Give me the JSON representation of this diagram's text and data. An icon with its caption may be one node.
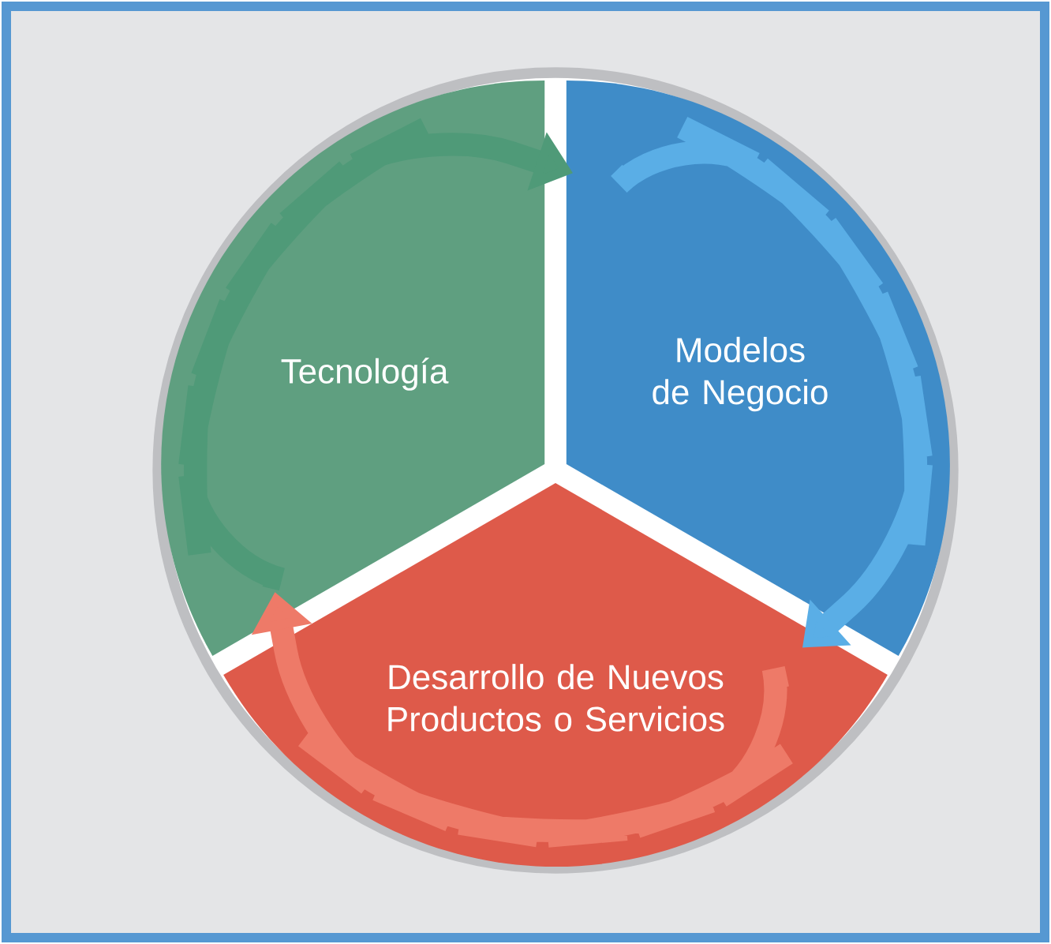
{
  "diagram": {
    "nodes": [
      {
        "text": [
          "Tecnología"
        ]
      },
      {
        "text": [
          "Modelos de Negocio"
        ]
      },
      {
        "text": [
          "Desarrollo de Nuevos Productos o Servicios"
        ]
      }
    ],
    "edges": [
      {
        "from": 0,
        "to": 1,
        "arrow": "to",
        "color": "#4f9a78"
      },
      {
        "from": 1,
        "to": 2,
        "arrow": "to",
        "color": "#5aaee6"
      },
      {
        "from": 2,
        "to": 0,
        "arrow": "to",
        "color": "#ee7a68"
      }
    ]
  }
}
